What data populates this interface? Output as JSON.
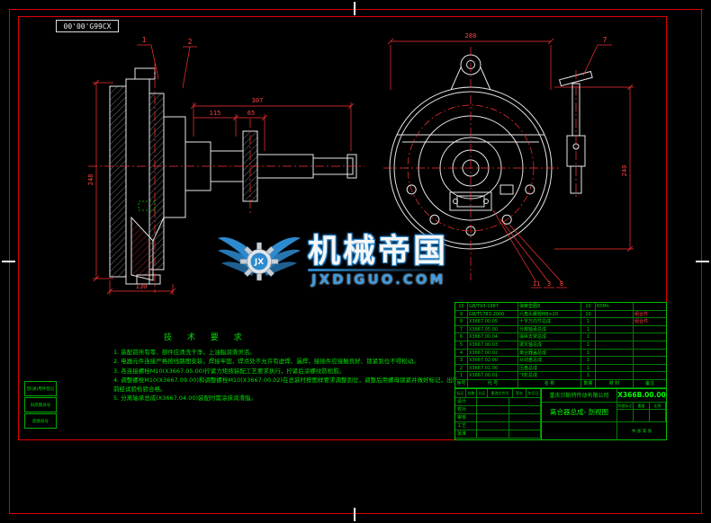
{
  "frame": {
    "corner_code": "00'00'G99CX"
  },
  "watermark": {
    "brand": "机械帝国",
    "site": "JXDIGUO.COM",
    "monogram": "JX"
  },
  "tech": {
    "title": "技 术 要 求",
    "items": [
      "1. 装配前所有零、部件应清洗干净，上油脂润滑灵活。",
      "2. 电器元件连接严格按线路图安装，焊接牢固，焊点处不允许有虚焊、漏焊，接插件应接触良好、锁紧到位不得松动。",
      "3. 各连接螺栓M10(X3667.05.00)拧紧力矩按装配工艺要求执行，拧紧后涂螺纹防松胶。",
      "4. 调整螺栓M10(X3667.09.00)和调整螺栓M10(X3667.00.02)在总装时按图样要求调整到位，调整后用螺母锁紧并做好标记，出厂前经试验检验合格。",
      "5. 分离轴承总成(X3667.04.00)装配时需涂抹润滑脂。"
    ]
  },
  "dims": {
    "left_top": "307",
    "left_mid1": "115",
    "left_mid2": "65",
    "left_bottom": "130",
    "left_vert": "248",
    "right_top": "288",
    "right_vert": "240"
  },
  "balloons": [
    "1",
    "2",
    "7",
    "11",
    "3",
    "8"
  ],
  "bom": {
    "header": [
      "序号",
      "代  号",
      "名  称",
      "数量",
      "材  料",
      "备注"
    ],
    "rows": [
      [
        "10",
        "GB/T93-1987",
        "弹簧垫圈8",
        "10",
        "65Mn",
        ""
      ],
      [
        "9",
        "GB/T5783-2000",
        "六角头螺栓M8×20",
        "10",
        "",
        "组合件"
      ],
      [
        "8",
        "X3667.00.05",
        "十字万向节总成",
        "1",
        "",
        "组合件"
      ],
      [
        "7",
        "X3667.05.00",
        "分离轴承总成",
        "1",
        "",
        ""
      ],
      [
        "6",
        "X3667.00.04",
        "操纵支架总成",
        "1",
        "",
        ""
      ],
      [
        "5",
        "X3667.00.03",
        "拨叉轴总成",
        "1",
        "",
        ""
      ],
      [
        "4",
        "X3667.00.02",
        "离合器盖总成",
        "1",
        "",
        ""
      ],
      [
        "3",
        "X3667.02.00",
        "从动盘总成",
        "1",
        "",
        ""
      ],
      [
        "2",
        "X3667.01.00",
        "压盘总成",
        "1",
        "",
        ""
      ],
      [
        "1",
        "X3667.00.01",
        "飞轮总成",
        "1",
        "",
        ""
      ]
    ]
  },
  "titleblock": {
    "company": "重庆贝斯特传动有限公司",
    "drawing_no": "X366B.00.00",
    "part_name": "离合器总成- 剖视图",
    "change_header": [
      "标记",
      "处数",
      "分区",
      "更改文件号",
      "签名",
      "年月日"
    ],
    "sign_rows": [
      "设计",
      "校对",
      "审核",
      "工艺",
      "批准"
    ],
    "stage_labels": [
      "阶段标记",
      "重量",
      "比例"
    ],
    "sheets": "共 张  第 张"
  },
  "margin_boxes": [
    "借(通)用件登记",
    "旧底图总号",
    "底图总号"
  ]
}
